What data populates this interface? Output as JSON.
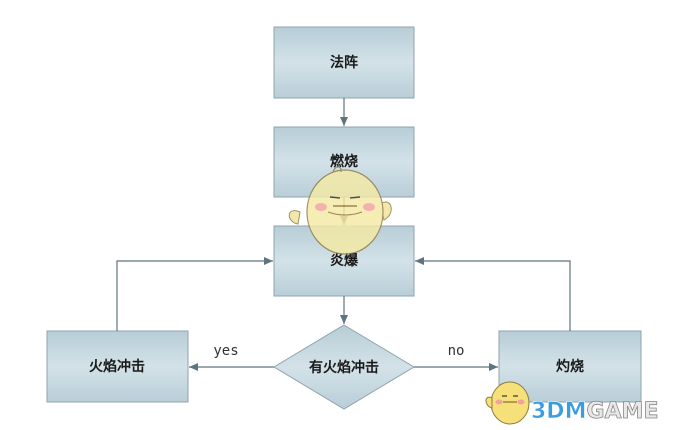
{
  "nodes": {
    "fazhen": "法阵",
    "ranshao": "燃烧",
    "yanbao": "炎爆",
    "decision": "有火焰冲击",
    "huoyan": "火焰冲击",
    "zhuoshao": "灼烧"
  },
  "edges": {
    "yes_label": "yes",
    "no_label": "no"
  },
  "watermark": {
    "text_accent": "3DM",
    "text_rest": "GAME"
  },
  "colors": {
    "box_fill_top": "#b4ccd6",
    "box_fill_mid": "#d0e0e6",
    "box_stroke": "#8fa3ad",
    "arrow": "#5f7480",
    "accent": "#3a9de0"
  }
}
